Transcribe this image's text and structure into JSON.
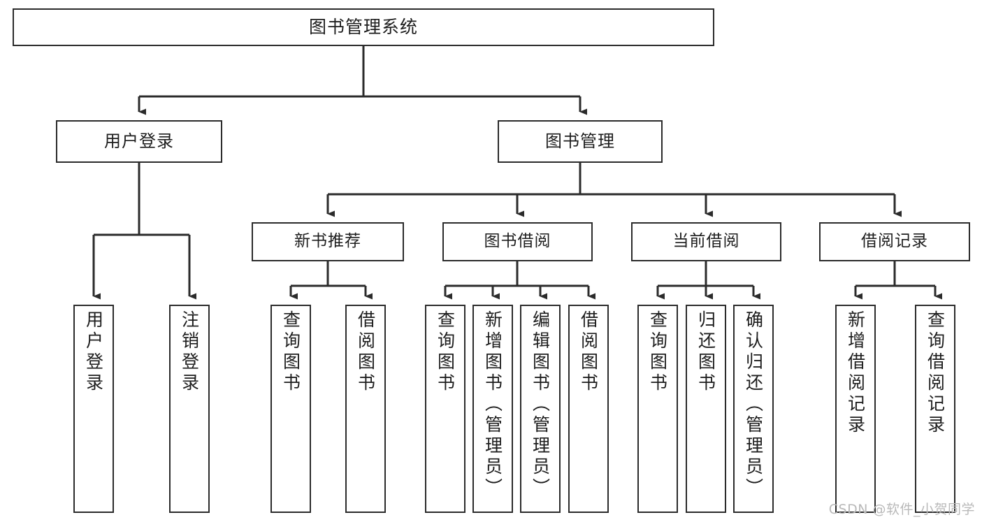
{
  "diagram": {
    "type": "tree-hierarchy-flowchart",
    "title": "图书管理系统",
    "stroke_color": "#2b2b2b",
    "fill_color": "#ffffff",
    "text_color": "#1d1d1d",
    "watermark": "CSDN @软件_小贺同学",
    "levels": {
      "level1": [
        "图书管理系统"
      ],
      "level2": [
        "用户登录",
        "图书管理"
      ],
      "level3": [
        "新书推荐",
        "图书借阅",
        "当前借阅",
        "借阅记录"
      ],
      "leaves": [
        "用户登录",
        "注销登录",
        "查询图书",
        "借阅图书",
        "查询图书",
        "新增图书（管理员）",
        "编辑图书（管理员）",
        "借阅图书",
        "查询图书",
        "归还图书",
        "确认归还（管理员）",
        "新增借阅记录",
        "查询借阅记录"
      ]
    },
    "nodes": {
      "root": {
        "label": "图书管理系统"
      },
      "user_login": {
        "label": "用户登录"
      },
      "book_mgmt": {
        "label": "图书管理"
      },
      "new_book_rec": {
        "label": "新书推荐"
      },
      "book_borrow": {
        "label": "图书借阅"
      },
      "current_borrow": {
        "label": "当前借阅"
      },
      "borrow_record": {
        "label": "借阅记录"
      },
      "leaf_user_login": {
        "label": "用户登录"
      },
      "leaf_logout": {
        "label": "注销登录"
      },
      "leaf_query_book_a": {
        "label": "查询图书"
      },
      "leaf_borrow_book_a": {
        "label": "借阅图书"
      },
      "leaf_query_book_b": {
        "label": "查询图书"
      },
      "leaf_add_book": {
        "label": "新增图书（管理员）"
      },
      "leaf_edit_book": {
        "label": "编辑图书（管理员）"
      },
      "leaf_borrow_book_b": {
        "label": "借阅图书"
      },
      "leaf_query_book_c": {
        "label": "查询图书"
      },
      "leaf_return_book": {
        "label": "归还图书"
      },
      "leaf_confirm_return": {
        "label": "确认归还（管理员）"
      },
      "leaf_add_record": {
        "label": "新增借阅记录"
      },
      "leaf_query_record": {
        "label": "查询借阅记录"
      }
    }
  }
}
